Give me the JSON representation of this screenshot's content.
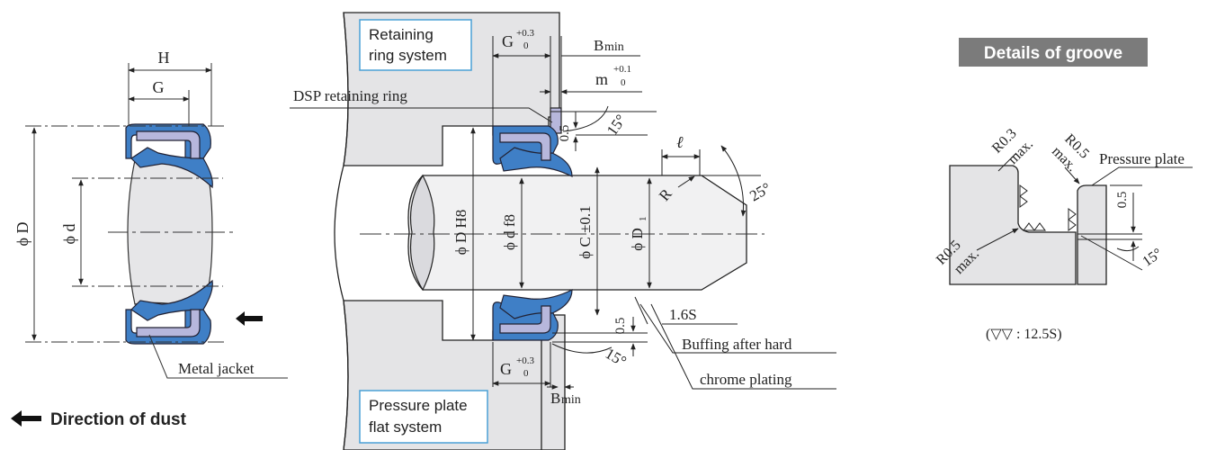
{
  "colors": {
    "seal_blue": "#3f7fc6",
    "metal_lilac": "#b7b7dc",
    "housing_gray": "#e4e4e6",
    "rod_gray": "#f1f1f2",
    "callout_border": "#4aa0d6",
    "banner_bg": "#7b7b7b",
    "line": "#222222"
  },
  "left_view": {
    "dim_H": "H",
    "dim_G": "G",
    "dim_D": "ϕ D",
    "dim_d": "ϕ d",
    "label_metal_jacket": "Metal jacket",
    "arrow_icon": "arrow-left-icon"
  },
  "legend": {
    "arrow_icon": "arrow-left-icon",
    "label": "Direction of dust"
  },
  "center_view": {
    "box_top": {
      "line1": "Retaining",
      "line2": "ring system"
    },
    "box_bottom": {
      "line1": "Pressure plate",
      "line2": "flat system"
    },
    "dim_G_top": {
      "letter": "G",
      "sup": "+0.3",
      "sub": "0"
    },
    "dim_Bmin_top": {
      "letter": "B",
      "sub": "min"
    },
    "dim_m": {
      "letter": "m",
      "sup": "+0.1",
      "sub": "0"
    },
    "label_dsp": "DSP retaining ring",
    "dim_05_top": "0.5",
    "angle_15_top": "15°",
    "dim_l": "ℓ",
    "angle_25": "25°",
    "label_R": "R",
    "dim_DH8": "ϕ D H8",
    "dim_df8": "ϕ d f8",
    "dim_C": "ϕ C ±0.1",
    "dim_D1": {
      "main": "ϕ D",
      "sub": "1"
    },
    "dim_05_bottom": "0.5",
    "angle_15_bottom": "15°",
    "dim_G_bottom": {
      "letter": "G",
      "sup": "+0.3",
      "sub": "0"
    },
    "dim_Bmin_bottom": {
      "letter": "B",
      "sub": "min"
    },
    "label_16S": "1.6S",
    "label_buffing_1": "Buffing after hard",
    "label_buffing_2": "chrome plating"
  },
  "right_view": {
    "banner": "Details of groove",
    "r03": "R0.3",
    "max_1": "max.",
    "r05_top": "R0.5",
    "max_2": "max.",
    "label_pressure_plate": "Pressure plate",
    "dim_05": "0.5",
    "angle_15": "15°",
    "r05_bottom": "R0.5",
    "max_3": "max.",
    "note": "(▽▽ : 12.5S)"
  }
}
